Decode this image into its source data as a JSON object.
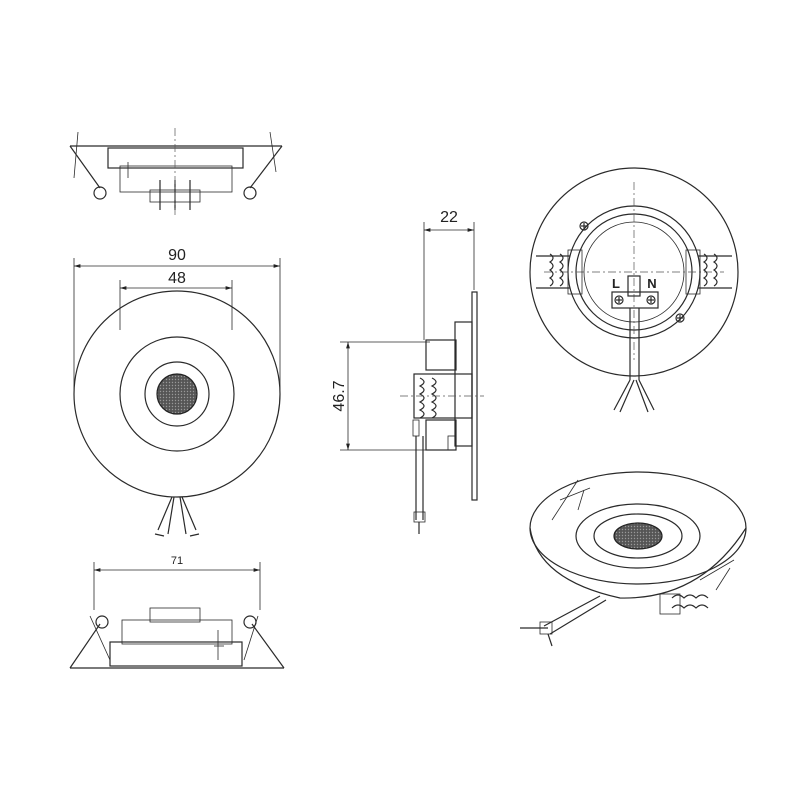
{
  "dimensions": {
    "outer_diameter": "90",
    "cutout_diameter": "48",
    "height": "22",
    "depth": "46.7",
    "bottom_width": "71"
  },
  "terminal_labels": {
    "live": "L",
    "neutral": "N"
  }
}
